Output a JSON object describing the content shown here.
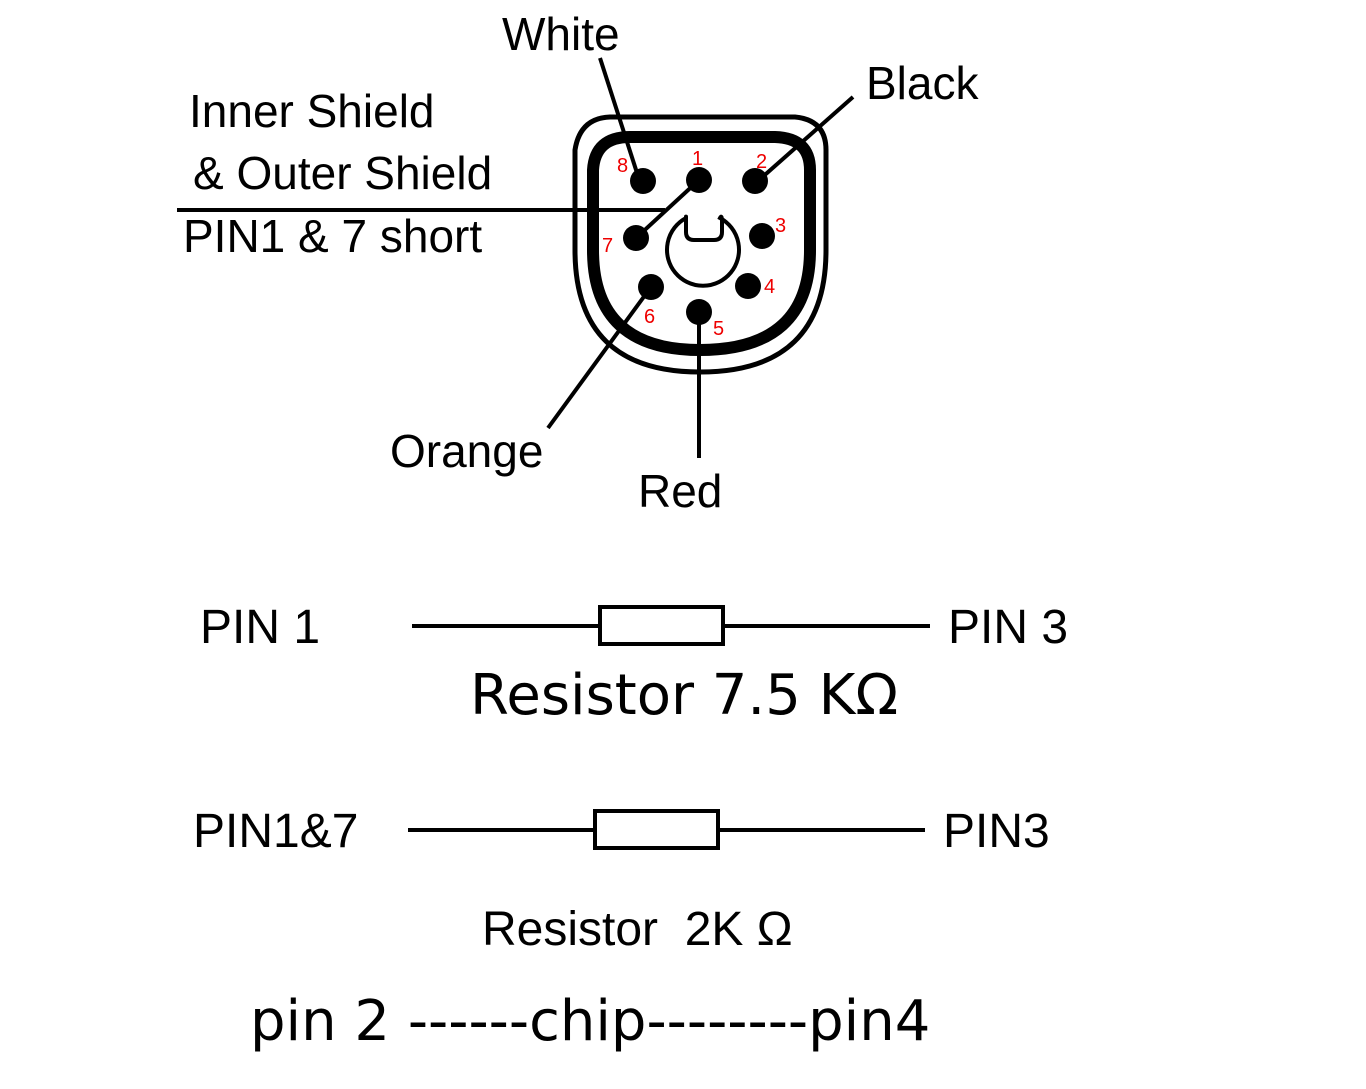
{
  "connector": {
    "wires": {
      "white": "White",
      "black": "Black",
      "orange": "Orange",
      "red": "Red"
    },
    "shield_label": [
      "Inner Shield",
      "& Outer Shield",
      "PIN1 & 7 short"
    ],
    "pin_numbers": [
      "1",
      "2",
      "3",
      "4",
      "5",
      "6",
      "7",
      "8"
    ],
    "pin_number_color": "#e00000"
  },
  "resistor1": {
    "left": "PIN 1",
    "right": "PIN 3",
    "label": "Resistor 7.5 KΩ"
  },
  "resistor2": {
    "left": "PIN1&7",
    "right": "PIN3",
    "label": "Resistor  2K Ω"
  },
  "chip_line": "pin 2 ------chip--------pin4"
}
